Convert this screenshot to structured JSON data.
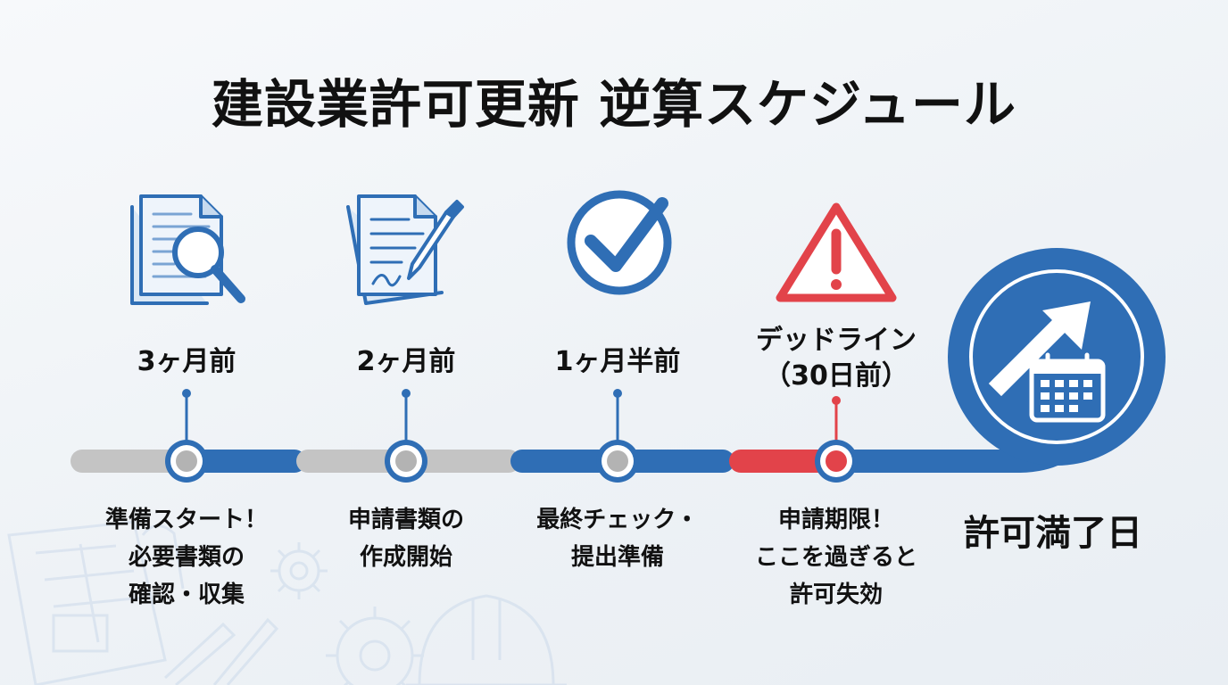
{
  "title": "建設業許可更新 逆算スケジュール",
  "colors": {
    "blue": "#2f6eb5",
    "gray": "#c4c4c4",
    "red": "#e2434a",
    "dot_gray": "#b3b3b3",
    "text": "#111111"
  },
  "icons": [
    "document-search-icon",
    "document-sign-icon",
    "checkmark-circle-icon",
    "warning-triangle-icon",
    "calendar-arrow-icon"
  ],
  "stages": [
    {
      "label": "3ヶ月前",
      "desc": [
        "準備スタート！",
        "必要書類の",
        "確認・収集"
      ],
      "icon": "document-search-icon"
    },
    {
      "label": "2ヶ月前",
      "desc": [
        "申請書類の",
        "作成開始"
      ],
      "icon": "document-sign-icon"
    },
    {
      "label": "1ヶ月半前",
      "desc": [
        "最終チェック・",
        "提出準備"
      ],
      "icon": "checkmark-circle-icon"
    },
    {
      "label_line1": "デッドライン",
      "label_line2": "（30日前）",
      "desc": [
        "申請期限！",
        "ここを過ぎると",
        "許可失効"
      ],
      "icon": "warning-triangle-icon"
    }
  ],
  "end": {
    "label": "許可満了日",
    "icon": "calendar-arrow-icon"
  }
}
